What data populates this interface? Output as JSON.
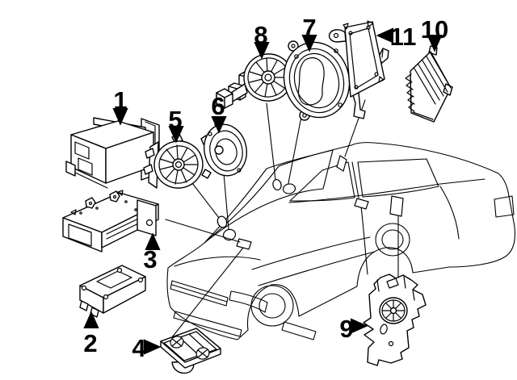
{
  "diagram": {
    "background_color": "#ffffff",
    "line_color": "#000000",
    "label_color": "#000000",
    "callouts": [
      {
        "number": "1"
      },
      {
        "number": "2"
      },
      {
        "number": "3"
      },
      {
        "number": "4"
      },
      {
        "number": "5"
      },
      {
        "number": "6"
      },
      {
        "number": "7"
      },
      {
        "number": "8"
      },
      {
        "number": "9"
      },
      {
        "number": "10"
      },
      {
        "number": "11"
      }
    ]
  }
}
